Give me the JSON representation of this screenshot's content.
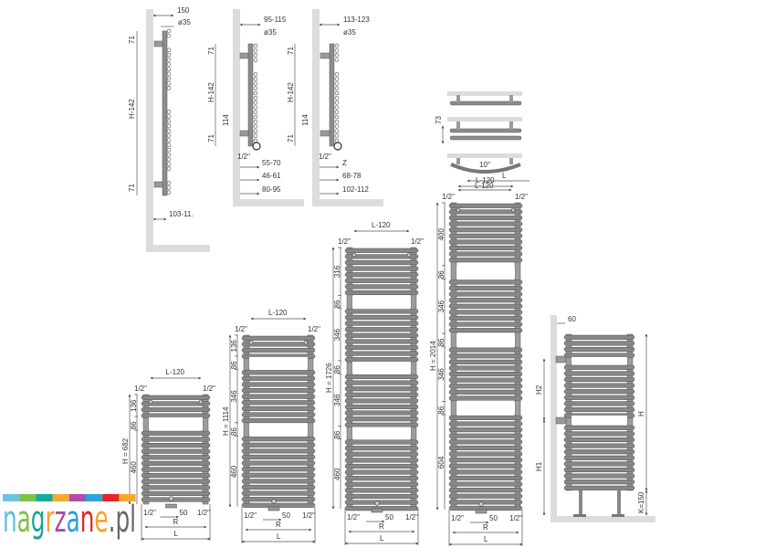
{
  "brand": {
    "logo_text": "nagrzane.pl",
    "letter_colors": [
      "#5bbfe0",
      "#7dc242",
      "#16a596",
      "#f6a52d",
      "#a64da0",
      "#2aa0dc",
      "#e4232a",
      "#f6a52d",
      "#666666",
      "#666666",
      "#666666"
    ],
    "stripe_colors": [
      "#6fc3e0",
      "#7dc242",
      "#19a99a",
      "#f7a830",
      "#b04fa3",
      "#2ea3dd",
      "#e8242a",
      "#f7a830"
    ]
  },
  "side_views": [
    {
      "width": "150",
      "diameter": "ø35",
      "top_offset": "71",
      "height": "H-142",
      "bottom_offset": "71",
      "wall_distance": "103-11."
    },
    {
      "width": "95-115",
      "diameter": "ø35",
      "top_offset": "71",
      "height": "H-142",
      "connection_height": "114",
      "bottom_offset": "71",
      "connection": "1/2\"",
      "d1": "55-70",
      "d2": "46-61",
      "d3": "80-95"
    },
    {
      "width": "113-123",
      "diameter": "ø35",
      "top_offset": "71",
      "height": "H-142",
      "connection_height": "114",
      "bottom_offset": "71",
      "connection": "1/2\"",
      "d1": "Z",
      "d2": "68-78",
      "d3": "102-112"
    }
  ],
  "top_views": {
    "depth": "73",
    "angle": "10°",
    "length": "L",
    "inner_length": "L-120"
  },
  "radiators": [
    {
      "height_label": "H = 682",
      "sections": [
        136,
        86,
        460
      ],
      "top": "L-120",
      "conn_left": "1/2\"",
      "conn_right": "1/2\"",
      "bottom_left": "1/2\"",
      "bottom_mid": "50",
      "bottom_right": "1/2\"",
      "r": "R",
      "l": "L"
    },
    {
      "height_label": "H = 1114",
      "sections": [
        136,
        86,
        346,
        86,
        460
      ],
      "top": "L-120",
      "conn_left": "1/2\"",
      "conn_right": "1/2\"",
      "bottom_left": "1/2\"",
      "bottom_mid": "50",
      "bottom_right": "1/2\"",
      "r": "R",
      "l": "L"
    },
    {
      "height_label": "H = 1726",
      "sections": [
        316,
        86,
        346,
        86,
        346,
        86,
        460
      ],
      "top": "L-120",
      "conn_left": "1/2\"",
      "conn_right": "1/2\"",
      "bottom_left": "1/2\"",
      "bottom_mid": "50",
      "bottom_right": "1/2\"",
      "r": "R",
      "l": "L"
    },
    {
      "height_label": "H = 2014",
      "sections": [
        400,
        86,
        346,
        86,
        346,
        86,
        604
      ],
      "top": "L-120",
      "conn_left": "1/2\"",
      "conn_right": "1/2\"",
      "bottom_left": "1/2\"",
      "bottom_mid": "50",
      "bottom_right": "1/2\"",
      "r": "R",
      "l": "L"
    }
  ],
  "stand_view": {
    "offset": "60",
    "h": "H",
    "h1": "H1",
    "h2": "H2",
    "k": "K=150"
  }
}
